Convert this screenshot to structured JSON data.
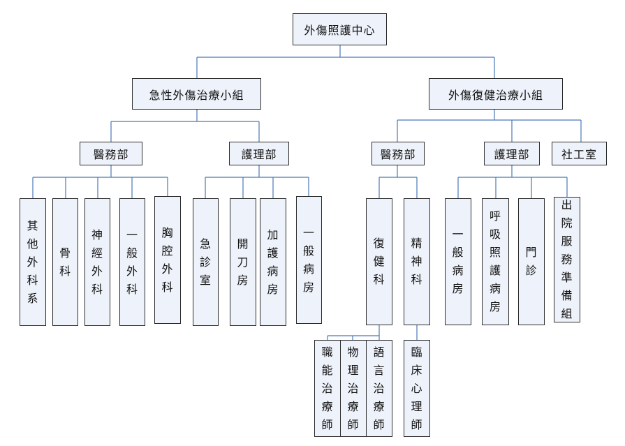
{
  "root": "外傷照護中心",
  "teams": {
    "acute": "急性外傷治療小組",
    "rehab": "外傷復健治療小組"
  },
  "departments": {
    "acute_medical": "醫務部",
    "acute_nursing": "護理部",
    "rehab_medical": "醫務部",
    "rehab_nursing": "護理部",
    "social_work": "社工室"
  },
  "units": {
    "other_surgery": "其他外科系",
    "orthopedics": "骨科",
    "neurosurgery": "神經外科",
    "general_surgery": "一般外科",
    "chest_surgery": "胸腔外科",
    "emergency_room": "急診室",
    "operating_room": "開刀房",
    "icu": "加護病房",
    "acute_general_ward": "一般病房",
    "rehabilitation": "復健科",
    "psychiatry": "精神科",
    "rehab_general_ward": "一般病房",
    "respiratory_ward": "呼吸照護病房",
    "outpatient": "門診",
    "discharge_prep": "出院服務準備組"
  },
  "specialists": {
    "occupational_therapist": "職能治療師",
    "physical_therapist": "物理治療師",
    "speech_therapist": "語言治療師",
    "clinical_psychologist": "臨床心理師"
  }
}
